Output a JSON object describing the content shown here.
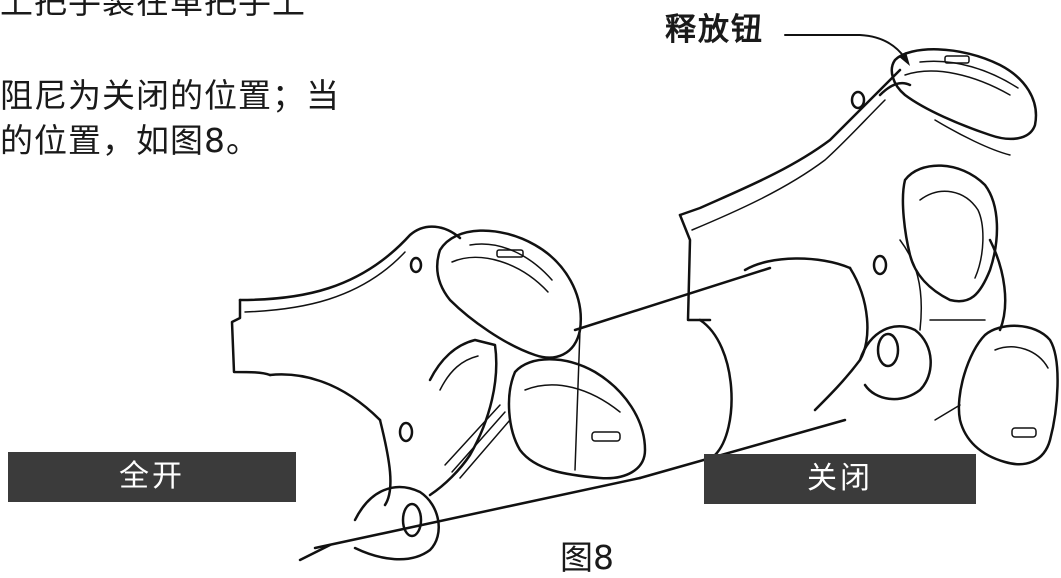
{
  "body_text": {
    "line1": "上把手装在車把手上",
    "line2": "阻尼为关闭的位置；当",
    "line3": "的位置，如图8。"
  },
  "figure": {
    "callout_label": "释放钮",
    "tag_open": "全开",
    "tag_closed": "关闭",
    "caption": "图8"
  },
  "colors": {
    "tag_background": "#3b3b3b",
    "tag_text": "#ffffff",
    "line_art": "#111111"
  }
}
